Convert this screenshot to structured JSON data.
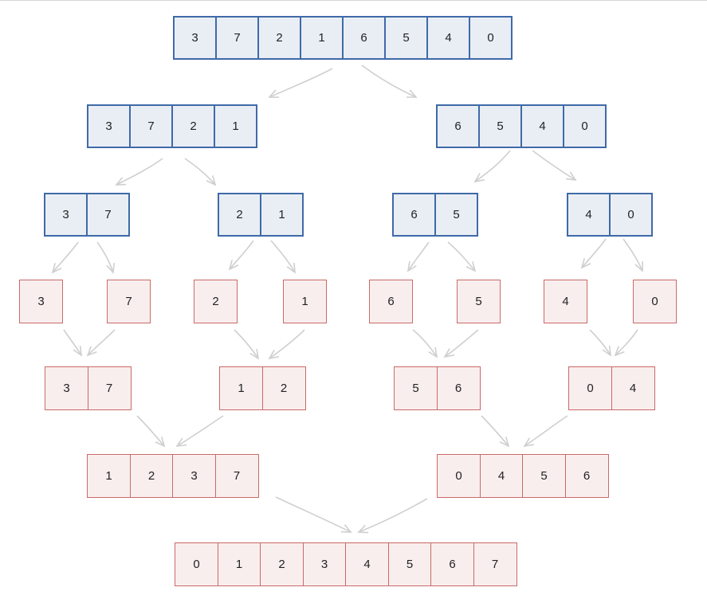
{
  "diagram": {
    "colors": {
      "split_fill": "#e9eef5",
      "split_border": "#3f6aa8",
      "merge_fill": "#f9eeee",
      "merge_border": "#c96a67",
      "arrow": "#cfcfcf"
    },
    "arrays": {
      "a0": [
        "3",
        "7",
        "2",
        "1",
        "6",
        "5",
        "4",
        "0"
      ],
      "a1": [
        "3",
        "7",
        "2",
        "1"
      ],
      "a2": [
        "6",
        "5",
        "4",
        "0"
      ],
      "a3": [
        "3",
        "7"
      ],
      "a4": [
        "2",
        "1"
      ],
      "a5": [
        "6",
        "5"
      ],
      "a6": [
        "4",
        "0"
      ],
      "s0": [
        "3"
      ],
      "s1": [
        "7"
      ],
      "s2": [
        "2"
      ],
      "s3": [
        "1"
      ],
      "s4": [
        "6"
      ],
      "s5": [
        "5"
      ],
      "s6": [
        "4"
      ],
      "s7": [
        "0"
      ],
      "m1": [
        "3",
        "7"
      ],
      "m2": [
        "1",
        "2"
      ],
      "m3": [
        "5",
        "6"
      ],
      "m4": [
        "0",
        "4"
      ],
      "m5": [
        "1",
        "2",
        "3",
        "7"
      ],
      "m6": [
        "0",
        "4",
        "5",
        "6"
      ],
      "m7": [
        "0",
        "1",
        "2",
        "3",
        "4",
        "5",
        "6",
        "7"
      ]
    }
  }
}
